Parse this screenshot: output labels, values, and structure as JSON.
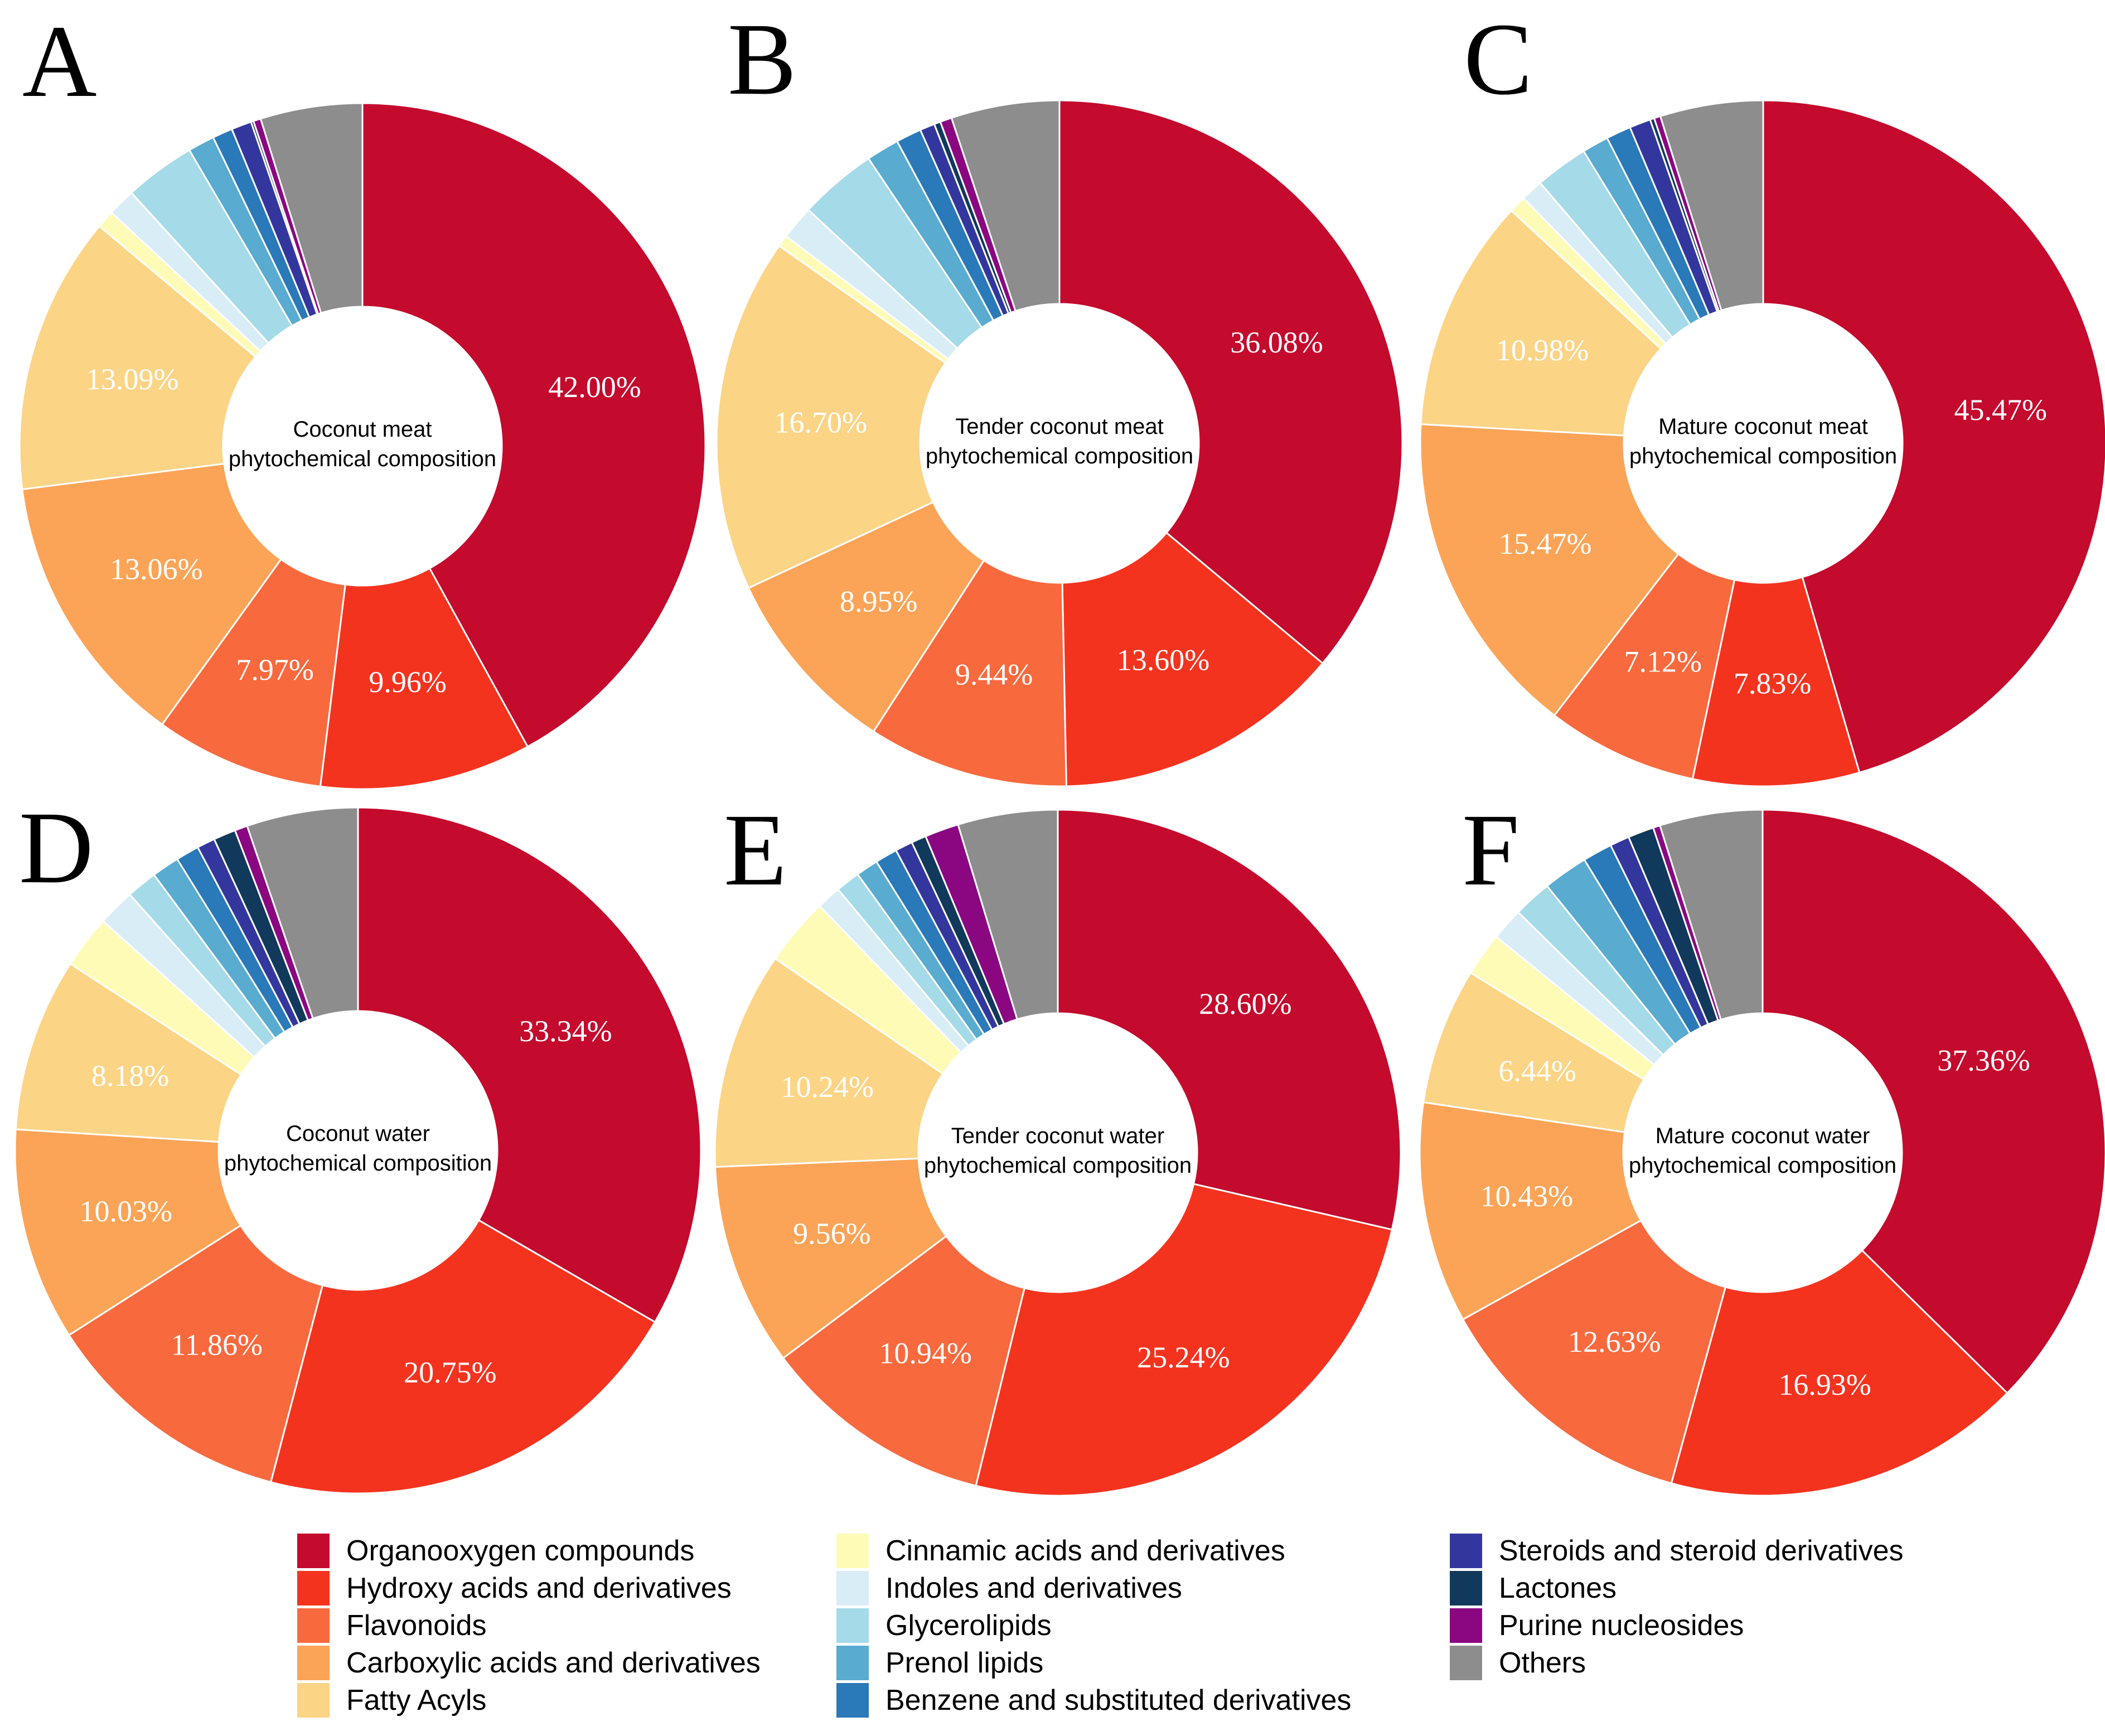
{
  "figure": {
    "description": "Six donut charts comparing phytochemical composition of coconut meat and water at different maturities",
    "panel_letters": [
      "A",
      "B",
      "C",
      "D",
      "E",
      "F"
    ]
  },
  "categories": [
    "Organooxygen compounds",
    "Hydroxy acids and derivatives",
    "Flavonoids",
    "Carboxylic acids and derivatives",
    "Fatty Acyls",
    "Cinnamic acids and derivatives",
    "Indoles and derivatives",
    "Glycerolipids",
    "Prenol lipids",
    "Benzene and substituted derivatives",
    "Steroids and steroid derivatives",
    "Lactones",
    "Purine nucleosides",
    "Others"
  ],
  "colors": [
    "#C40A2D",
    "#F4331F",
    "#F8693E",
    "#FBA457",
    "#FCD486",
    "#FEFBB7",
    "#D9EDF6",
    "#A5DAE8",
    "#59ABD0",
    "#2A79B8",
    "#33379D",
    "#11395B",
    "#8B0781",
    "#8D8D8D"
  ],
  "chart_data": [
    {
      "panel": "A",
      "type": "donut",
      "title": "Coconut meat phytochemical composition",
      "title_line1": "Coconut meat",
      "title_line2": "phytochemical composition",
      "categories": [
        "Organooxygen compounds",
        "Hydroxy acids and derivatives",
        "Flavonoids",
        "Carboxylic acids and derivatives",
        "Fatty Acyls",
        "Cinnamic acids and derivatives",
        "Indoles and derivatives",
        "Glycerolipids",
        "Prenol lipids",
        "Benzene and substituted derivatives",
        "Steroids and steroid derivatives",
        "Lactones",
        "Purine nucleosides",
        "Others"
      ],
      "values": [
        42.0,
        9.96,
        7.97,
        13.06,
        13.09,
        0.85,
        1.3,
        3.35,
        1.25,
        0.95,
        0.95,
        0.12,
        0.35,
        4.8
      ],
      "displayed_labels": [
        "42.00%",
        "9.96%",
        "7.97%",
        "13.06%",
        "13.09%"
      ],
      "note": "only the five largest slices carry labels; remaining small-slice values estimated from arc angles"
    },
    {
      "panel": "B",
      "type": "donut",
      "title": "Tender coconut meat phytochemical composition",
      "title_line1": "Tender coconut meat",
      "title_line2": "phytochemical composition",
      "categories": [
        "Organooxygen compounds",
        "Hydroxy acids and derivatives",
        "Flavonoids",
        "Carboxylic acids and derivatives",
        "Fatty Acyls",
        "Cinnamic acids and derivatives",
        "Indoles and derivatives",
        "Glycerolipids",
        "Prenol lipids",
        "Benzene and substituted derivatives",
        "Steroids and steroid derivatives",
        "Lactones",
        "Purine nucleosides",
        "Others"
      ],
      "values": [
        36.08,
        13.6,
        9.44,
        8.95,
        16.7,
        0.55,
        1.6,
        3.68,
        1.55,
        1.2,
        0.7,
        0.3,
        0.55,
        5.1
      ],
      "displayed_labels": [
        "36.08%",
        "13.60%",
        "9.44%",
        "8.95%",
        "16.70%"
      ],
      "note": "only the five largest slices carry labels; remaining small-slice values estimated from arc angles"
    },
    {
      "panel": "C",
      "type": "donut",
      "title": "Mature coconut meat phytochemical composition",
      "title_line1": "Mature coconut meat",
      "title_line2": "phytochemical composition",
      "categories": [
        "Organooxygen compounds",
        "Hydroxy acids and derivatives",
        "Flavonoids",
        "Carboxylic acids and derivatives",
        "Fatty Acyls",
        "Cinnamic acids and derivatives",
        "Indoles and derivatives",
        "Glycerolipids",
        "Prenol lipids",
        "Benzene and substituted derivatives",
        "Steroids and steroid derivatives",
        "Lactones",
        "Purine nucleosides",
        "Others"
      ],
      "values": [
        45.47,
        7.83,
        7.12,
        15.47,
        10.98,
        0.81,
        1.05,
        2.5,
        1.25,
        1.17,
        1.0,
        0.2,
        0.3,
        4.85
      ],
      "displayed_labels": [
        "45.47%",
        "7.83%",
        "7.12%",
        "15.47%",
        "10.98%"
      ],
      "note": "only the five largest slices carry labels; remaining small-slice values estimated from arc angles"
    },
    {
      "panel": "D",
      "type": "donut",
      "title": "Coconut water phytochemical composition",
      "title_line1": "Coconut water",
      "title_line2": "phytochemical composition",
      "categories": [
        "Organooxygen compounds",
        "Hydroxy acids and derivatives",
        "Flavonoids",
        "Carboxylic acids and derivatives",
        "Fatty Acyls",
        "Cinnamic acids and derivatives",
        "Indoles and derivatives",
        "Glycerolipids",
        "Prenol lipids",
        "Benzene and substituted derivatives",
        "Steroids and steroid derivatives",
        "Lactones",
        "Purine nucleosides",
        "Others"
      ],
      "values": [
        33.34,
        20.75,
        11.86,
        10.03,
        8.18,
        2.5,
        1.75,
        1.45,
        1.3,
        1.1,
        0.85,
        1.05,
        0.6,
        5.24
      ],
      "displayed_labels": [
        "33.34%",
        "20.75%",
        "11.86%",
        "10.03%",
        "8.18%"
      ],
      "note": "only the five largest slices carry labels; remaining small-slice values estimated from arc angles"
    },
    {
      "panel": "E",
      "type": "donut",
      "title": "Tender coconut water phytochemical composition",
      "title_line1": "Tender coconut water",
      "title_line2": "phytochemical composition",
      "categories": [
        "Organooxygen compounds",
        "Hydroxy acids and derivatives",
        "Flavonoids",
        "Carboxylic acids and derivatives",
        "Fatty Acyls",
        "Cinnamic acids and derivatives",
        "Indoles and derivatives",
        "Glycerolipids",
        "Prenol lipids",
        "Benzene and substituted derivatives",
        "Steroids and steroid derivatives",
        "Lactones",
        "Purine nucleosides",
        "Others"
      ],
      "values": [
        28.6,
        25.24,
        10.94,
        9.56,
        10.24,
        3.2,
        1.15,
        1.15,
        1.05,
        1.05,
        0.82,
        0.7,
        1.6,
        4.7
      ],
      "displayed_labels": [
        "28.60%",
        "25.24%",
        "10.94%",
        "9.56%",
        "10.24%"
      ],
      "note": "only the five largest slices carry labels; remaining small-slice values estimated from arc angles"
    },
    {
      "panel": "F",
      "type": "donut",
      "title": "Mature coconut water phytochemical composition",
      "title_line1": "Mature coconut water",
      "title_line2": "phytochemical composition",
      "categories": [
        "Organooxygen compounds",
        "Hydroxy acids and derivatives",
        "Flavonoids",
        "Carboxylic acids and derivatives",
        "Fatty Acyls",
        "Cinnamic acids and derivatives",
        "Indoles and derivatives",
        "Glycerolipids",
        "Prenol lipids",
        "Benzene and substituted derivatives",
        "Steroids and steroid derivatives",
        "Lactones",
        "Purine nucleosides",
        "Others"
      ],
      "values": [
        37.36,
        16.93,
        12.63,
        10.43,
        6.44,
        2.05,
        1.53,
        1.81,
        2.12,
        1.39,
        0.92,
        1.22,
        0.33,
        4.84
      ],
      "displayed_labels": [
        "37.36%",
        "16.93%",
        "12.63%",
        "10.43%",
        "6.44%"
      ],
      "note": "only the five largest slices carry labels; remaining small-slice values estimated from arc angles"
    }
  ],
  "legend": {
    "position": "bottom",
    "columns": [
      [
        "Organooxygen compounds",
        "Hydroxy acids and derivatives",
        "Flavonoids",
        "Carboxylic acids and derivatives",
        "Fatty Acyls"
      ],
      [
        "Cinnamic acids and derivatives",
        "Indoles and derivatives",
        "Glycerolipids",
        "Prenol lipids",
        "Benzene and substituted derivatives"
      ],
      [
        "Steroids and steroid derivatives",
        "Lactones",
        "Purine nucleosides",
        "Others"
      ]
    ]
  }
}
